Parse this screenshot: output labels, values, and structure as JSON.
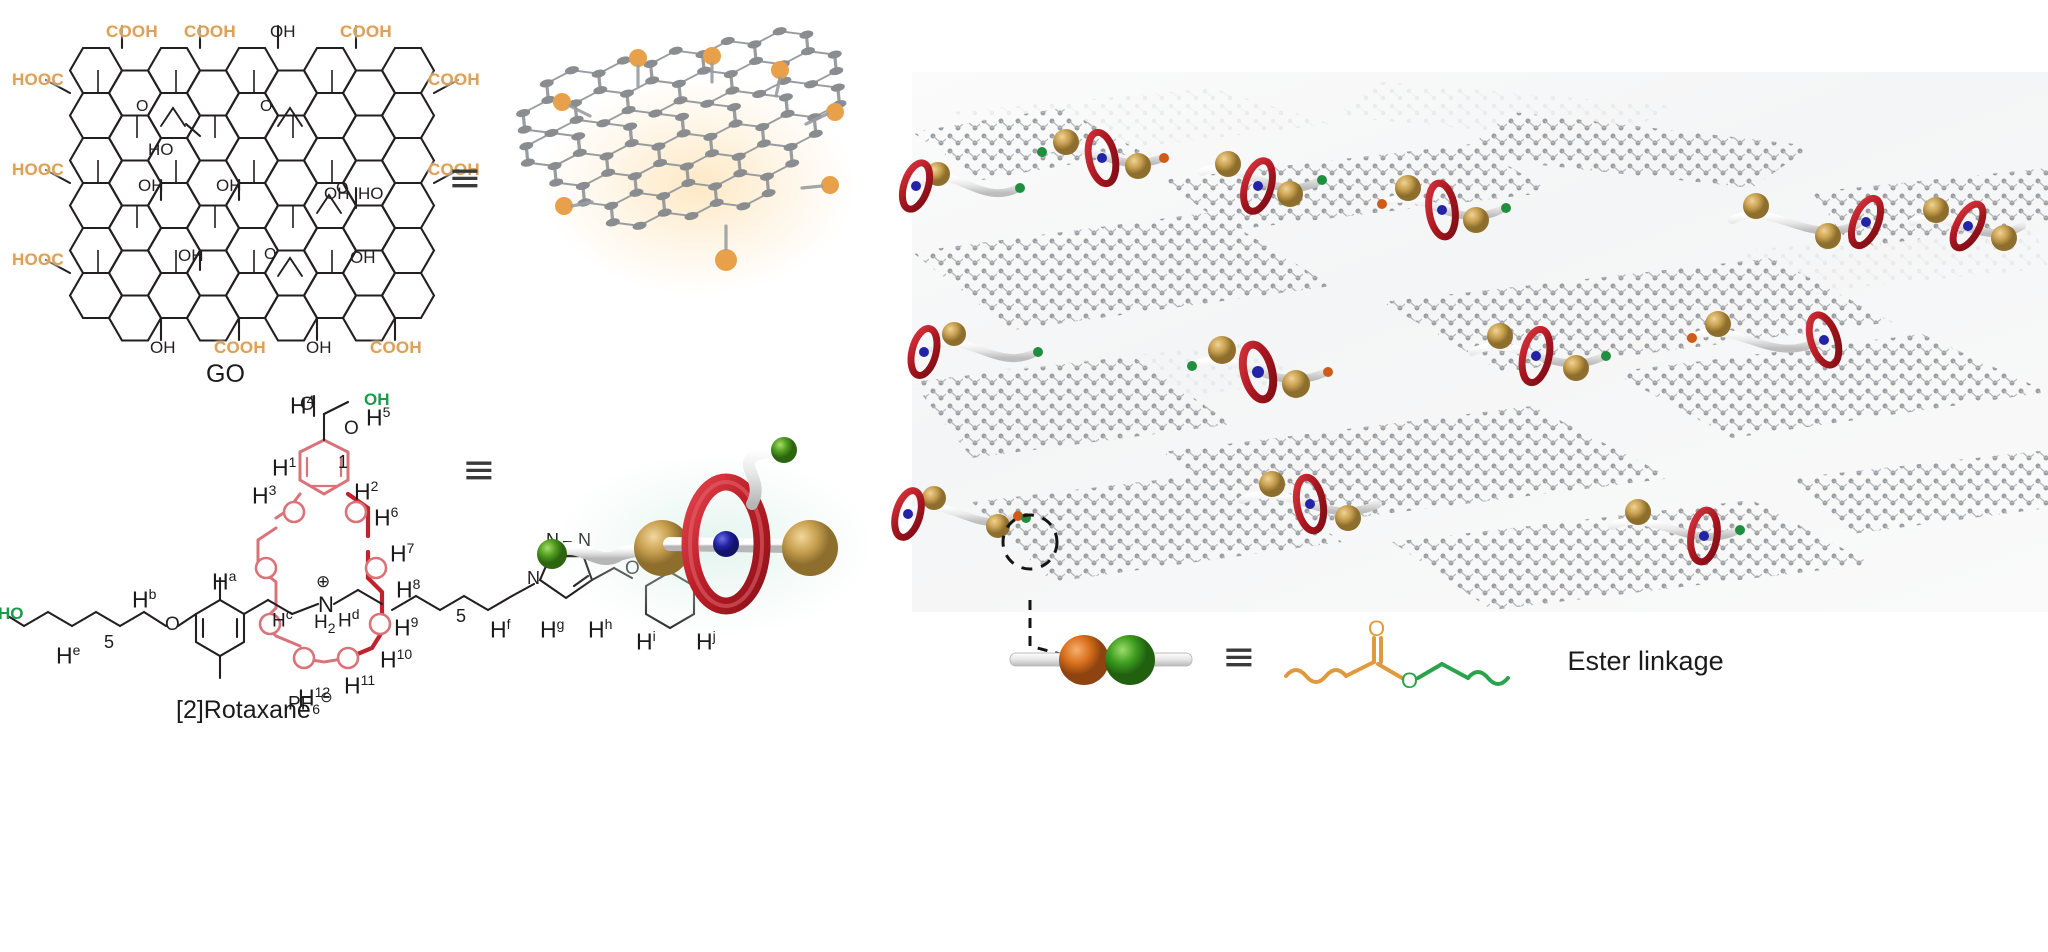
{
  "figure": {
    "title": "Graphene oxide / [2]rotaxane composite schematic",
    "background": "#ffffff"
  },
  "colors": {
    "cooh": "#D9A15B",
    "oh": "#231f20",
    "hydroxyl_terminal": "#1a9a4a",
    "macrocycle_red": "#c0232c",
    "macrocycle_pink": "#d9737a",
    "stopper_tan": "#c8a050",
    "ammonium_blue": "#2323a8",
    "ester_orange": "#E09A3E",
    "ester_oxygen_green": "#2aa34a",
    "carbon_grey": "#8a8d8f"
  },
  "go_structure": {
    "caption": "GO",
    "equiv_symbol": "≡",
    "substituents_top": [
      {
        "label": "COOH",
        "kind": "cooh"
      },
      {
        "label": "COOH",
        "kind": "cooh"
      },
      {
        "label": "OH",
        "kind": "oh"
      },
      {
        "label": "COOH",
        "kind": "cooh"
      }
    ],
    "substituents_left": [
      {
        "label": "HOOC",
        "kind": "cooh"
      },
      {
        "label": "HOOC",
        "kind": "cooh"
      },
      {
        "label": "HOOC",
        "kind": "cooh"
      }
    ],
    "substituents_right": [
      {
        "label": "COOH",
        "kind": "cooh"
      },
      {
        "label": "COOH",
        "kind": "cooh"
      }
    ],
    "substituents_bottom": [
      {
        "label": "OH",
        "kind": "oh"
      },
      {
        "label": "COOH",
        "kind": "cooh"
      },
      {
        "label": "OH",
        "kind": "oh"
      },
      {
        "label": "COOH",
        "kind": "cooh"
      }
    ],
    "interior_groups": [
      {
        "label": "O",
        "kind": "epoxide"
      },
      {
        "label": "O",
        "kind": "epoxide"
      },
      {
        "label": "HO",
        "kind": "oh"
      },
      {
        "label": "OH",
        "kind": "oh"
      },
      {
        "label": "OH",
        "kind": "oh"
      },
      {
        "label": "OH",
        "kind": "oh"
      },
      {
        "label": "OH",
        "kind": "oh"
      },
      {
        "label": "HO",
        "kind": "oh"
      },
      {
        "label": "O",
        "kind": "epoxide"
      },
      {
        "label": "OH",
        "kind": "oh"
      },
      {
        "label": "O",
        "kind": "epoxide"
      },
      {
        "label": "OH",
        "kind": "oh"
      }
    ]
  },
  "rotaxane_structure": {
    "caption": "[2]Rotaxane",
    "equiv_symbol": "≡",
    "terminal_hydroxyl_right": "OH",
    "terminal_hydroxyl_left": "HO",
    "counterion": "PF",
    "counterion_sub": "6",
    "counterion_charge": "⊖",
    "ammonium_charge": "⊕",
    "ammonium_atom": "N",
    "ammonium_sub": "H",
    "ammonium_sub2": "2",
    "ester_oxygen": "O",
    "triazole_atoms": [
      "N",
      "N",
      "N"
    ],
    "chain_repeat_left": "5",
    "chain_repeat_right": "5",
    "chain_repeat_top": "1",
    "proton_labels_numeric": [
      {
        "id": "H1",
        "base": "H",
        "sup": "1"
      },
      {
        "id": "H2",
        "base": "H",
        "sup": "2"
      },
      {
        "id": "H3",
        "base": "H",
        "sup": "3"
      },
      {
        "id": "H4",
        "base": "H",
        "sup": "4"
      },
      {
        "id": "H5",
        "base": "H",
        "sup": "5"
      },
      {
        "id": "H6",
        "base": "H",
        "sup": "6"
      },
      {
        "id": "H7",
        "base": "H",
        "sup": "7"
      },
      {
        "id": "H8",
        "base": "H",
        "sup": "8"
      },
      {
        "id": "H9",
        "base": "H",
        "sup": "9"
      },
      {
        "id": "H10",
        "base": "H",
        "sup": "10"
      },
      {
        "id": "H11",
        "base": "H",
        "sup": "11"
      },
      {
        "id": "H12",
        "base": "H",
        "sup": "12"
      }
    ],
    "proton_labels_alpha": [
      {
        "id": "Ha",
        "base": "H",
        "sup": "a"
      },
      {
        "id": "Hb",
        "base": "H",
        "sup": "b"
      },
      {
        "id": "Hc",
        "base": "H",
        "sup": "c"
      },
      {
        "id": "Hd",
        "base": "H",
        "sup": "d"
      },
      {
        "id": "He",
        "base": "H",
        "sup": "e"
      },
      {
        "id": "Hf",
        "base": "H",
        "sup": "f"
      },
      {
        "id": "Hg",
        "base": "H",
        "sup": "g"
      },
      {
        "id": "Hh",
        "base": "H",
        "sup": "h"
      },
      {
        "id": "Hi",
        "base": "H",
        "sup": "i"
      },
      {
        "id": "Hj",
        "base": "H",
        "sup": "j"
      }
    ]
  },
  "legend": {
    "equiv_symbol": "≡",
    "text": "Ester linkage",
    "ester_oxygen_label": "O",
    "ester_carbonyl_label": "O"
  }
}
